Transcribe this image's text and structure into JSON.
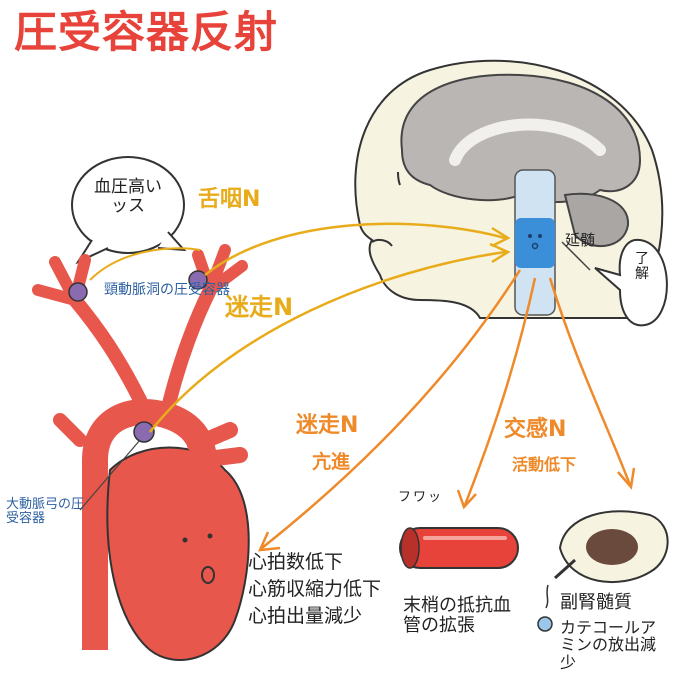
{
  "title": "圧受容器反射",
  "speech_bubble": "血圧高いッス",
  "understood_bubble": "了解",
  "medulla_label": "延髄",
  "nerves": {
    "glossopharyngeal": "舌咽N",
    "vagus_afferent": "迷走N",
    "vagus_efferent": "迷走N",
    "vagus_efferent_effect": "亢進",
    "sympathetic": "交感N",
    "sympathetic_effect": "活動低下"
  },
  "receptors": {
    "carotid": "頸動脈洞の圧受容器",
    "aortic": "大動脈弓の圧受容器"
  },
  "effects": {
    "heart": [
      "心拍数低下",
      "心筋収縮力低下",
      "心拍出量減少"
    ],
    "vessel_sound": "フワッ",
    "vessel": "末梢の抵抗血管の拡張",
    "adrenal_title": "副腎髄質",
    "adrenal_lines": [
      "カテコールアミンの放出減少"
    ]
  },
  "colors": {
    "title": "#e8433a",
    "afferent_arrow": "#e8ac1b",
    "efferent_arrow": "#ef8a2b",
    "receptor": "#8a6bb0",
    "medulla": "#3b8fd9",
    "artery": "#e8574c",
    "label_blue": "#2c5fa0"
  }
}
